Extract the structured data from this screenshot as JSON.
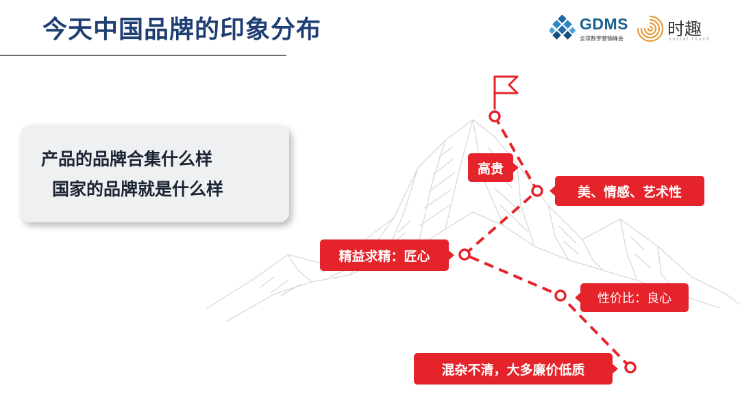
{
  "header": {
    "title": "今天中国品牌的印象分布"
  },
  "logos": {
    "gdms": {
      "name": "GDMS",
      "subtitle": "全球数字营销峰会"
    },
    "social_touch": {
      "name": "时趣",
      "subtitle": "social touch"
    }
  },
  "callout": {
    "lines": [
      "产品的品牌合集什么样",
      "国家的品牌就是什么样"
    ]
  },
  "levels": [
    {
      "label": "高贵"
    },
    {
      "label": "美、情感、艺术性"
    },
    {
      "label": "精益求精：匠心"
    },
    {
      "label": "性价比：良心"
    },
    {
      "label": "混杂不清，大多廉价低质"
    }
  ],
  "colors": {
    "title": "#1f3f73",
    "accent_red": "#e4232b",
    "callout_bg": "#eff0f1",
    "mountain_line": "#d8d8d8"
  },
  "icons": [
    "flag-icon",
    "gdms-cube-icon",
    "social-touch-spiral-icon"
  ]
}
